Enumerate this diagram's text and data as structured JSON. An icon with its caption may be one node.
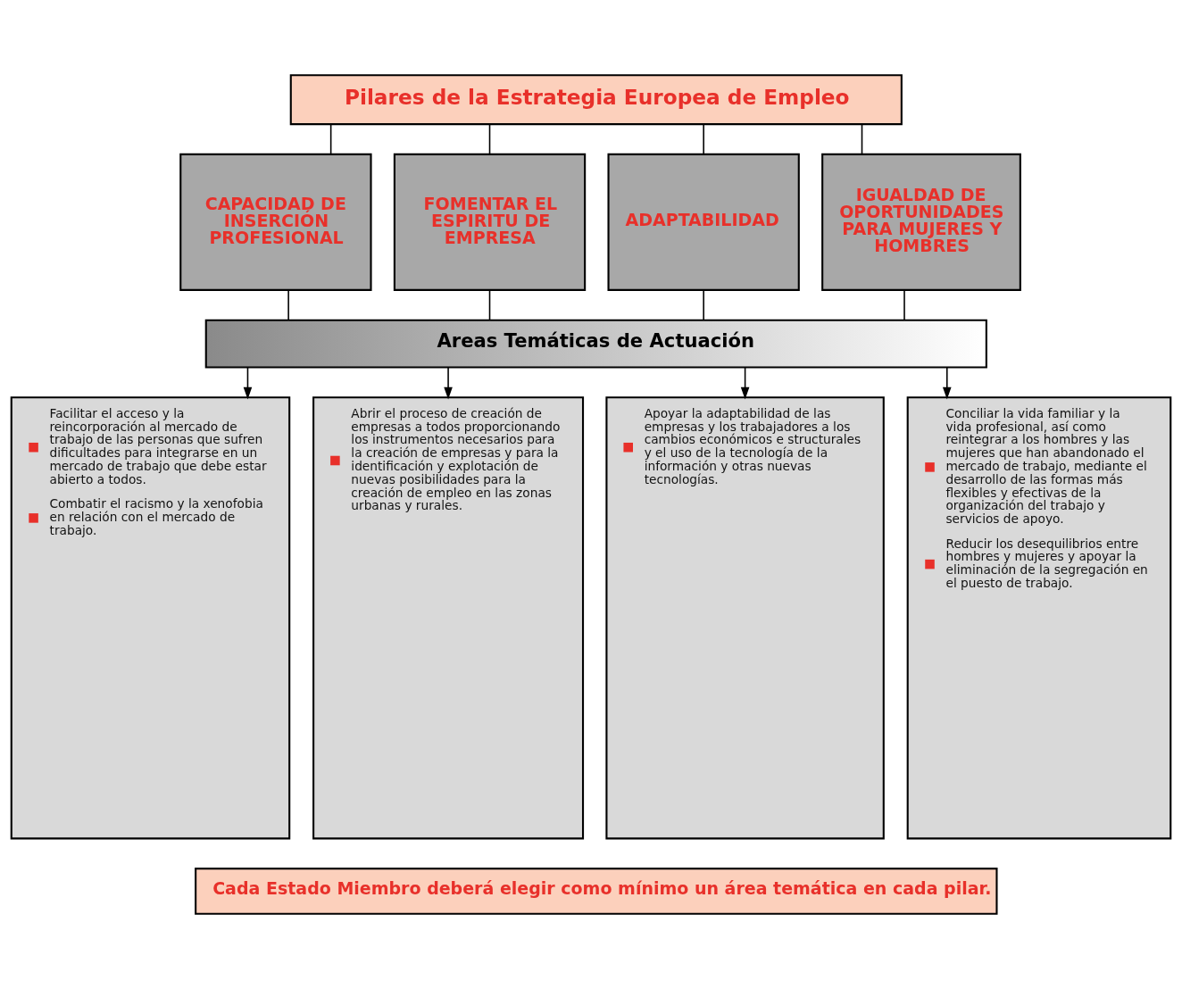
{
  "diagram": {
    "nodes": [
      {
        "text": [
          "Pilares de la Estrategia Europea de Empleo"
        ]
      },
      {
        "text": [
          "CAPACIDAD DE INSERCIÓN PROFESIONAL"
        ]
      },
      {
        "text": [
          "FOMENTAR EL ESPIRITU DE EMPRESA"
        ]
      },
      {
        "text": [
          "ADAPTABILIDAD"
        ]
      },
      {
        "text": [
          "IGUALDAD DE OPORTUNIDADES PARA MUJERES Y HOMBRES"
        ]
      },
      {
        "text": [
          "Areas Temáticas de Actuación"
        ]
      },
      {
        "text": [
          "Facilitar el acceso y la reincorporación al mercado de trabajo de las personas que sufren dificultades para integrarse en un mercado de trabajo que debe estar abierto a todos.",
          "Combatir el racismo y la xenofobia en relación con el mercado de trabajo."
        ]
      },
      {
        "text": [
          "Abrir el proceso de creación de empresas a todos proporcionando los instrumentos necesarios para la creación de empresas y para la identificación y explotación de nuevas posibilidades para la creación de empleo en las zonas urbanas y rurales."
        ]
      },
      {
        "text": [
          "Apoyar la adaptabilidad de las empresas y los trabajadores a los cambios económicos e structurales y el uso de la tecnología de la información y otras nuevas tecnologías."
        ]
      },
      {
        "text": [
          "Conciliar la vida familiar y la vida profesional, así como reintegrar a los hombres y las mujeres que han abandonado el mercado de trabajo, mediante el desarrollo de las formas más flexibles y efectivas de la organización del trabajo y servicios de apoyo.",
          "Reducir los desequilibrios entre hombres y mujeres y apoyar la eliminación de la segregación en el puesto de trabajo."
        ]
      },
      {
        "text": [
          "Cada Estado Miembro deberá elegir como mínimo un área temática en cada pilar."
        ]
      }
    ],
    "edges": [
      {
        "from": 0,
        "to": 1,
        "arrow": "none"
      },
      {
        "from": 0,
        "to": 2,
        "arrow": "none"
      },
      {
        "from": 0,
        "to": 3,
        "arrow": "none"
      },
      {
        "from": 0,
        "to": 4,
        "arrow": "none"
      },
      {
        "from": 1,
        "to": 5,
        "arrow": "none"
      },
      {
        "from": 2,
        "to": 5,
        "arrow": "none"
      },
      {
        "from": 3,
        "to": 5,
        "arrow": "none"
      },
      {
        "from": 4,
        "to": 5,
        "arrow": "none"
      },
      {
        "from": 5,
        "to": 6,
        "arrow": "to"
      },
      {
        "from": 5,
        "to": 7,
        "arrow": "to"
      },
      {
        "from": 5,
        "to": 8,
        "arrow": "to"
      },
      {
        "from": 5,
        "to": 9,
        "arrow": "to"
      }
    ]
  }
}
